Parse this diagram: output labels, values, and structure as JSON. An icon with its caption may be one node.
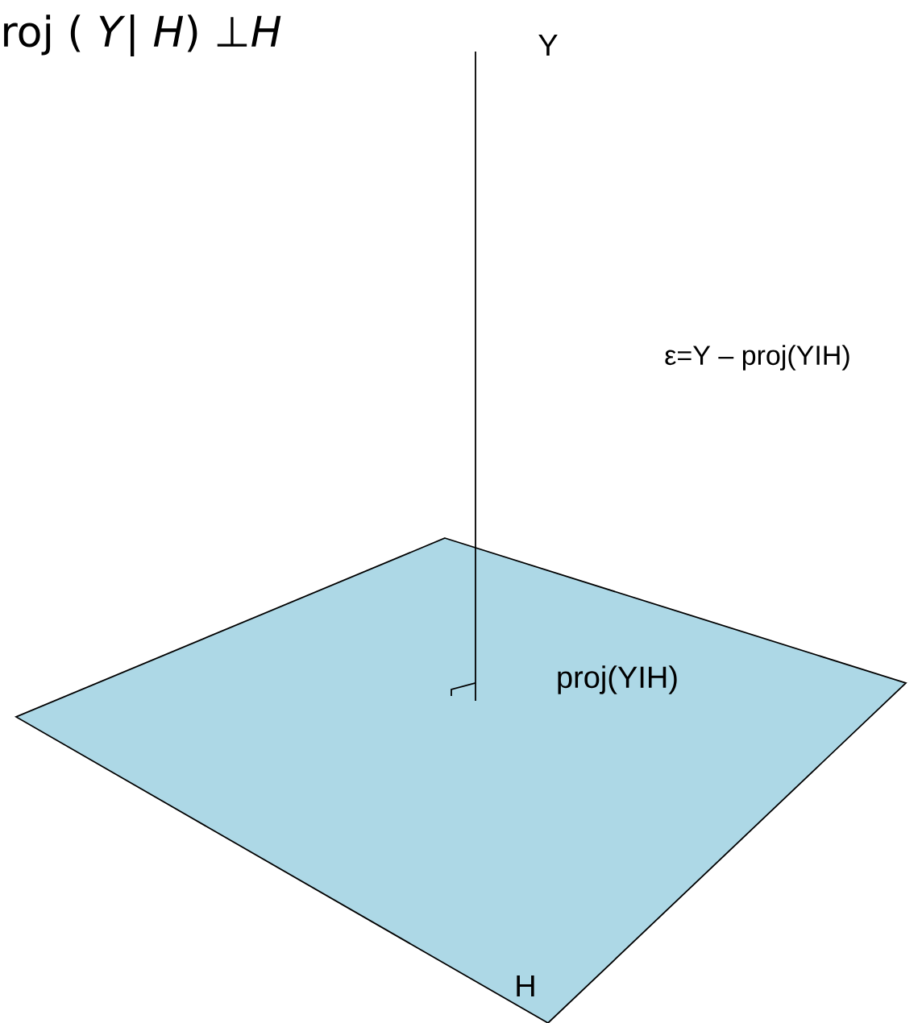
{
  "diagram": {
    "title": "roj ( *Y*| *H*) ⊥*H*",
    "nodes": [
      {
        "text": [
          "H"
        ]
      }
    ],
    "labels": [
      "Y",
      "ε=Y – proj(YIH)",
      "proj(YIH)"
    ]
  }
}
